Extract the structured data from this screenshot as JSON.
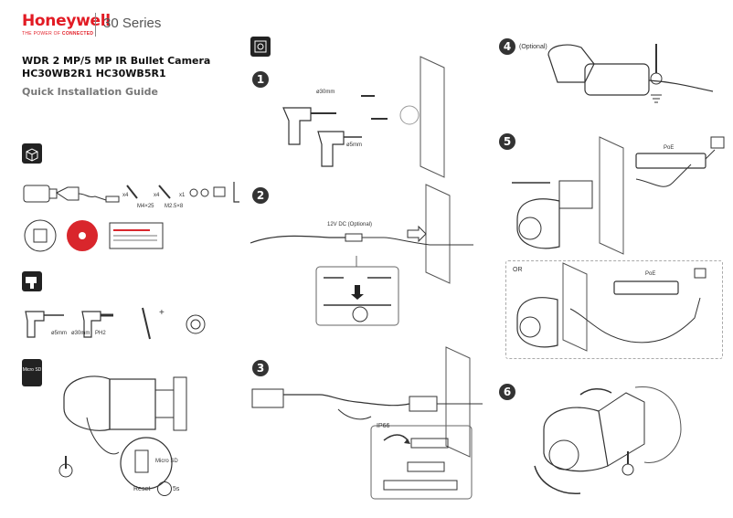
{
  "header": {
    "brand": "Honeywell",
    "tagline_prefix": "THE POWER OF ",
    "tagline_bold": "CONNECTED",
    "series": "30 Series"
  },
  "title": {
    "line1": "WDR 2 MP/5 MP IR Bullet Camera",
    "line2": "HC30WB2R1 HC30WB5R1",
    "subtitle": "Quick Installation Guide"
  },
  "left": {
    "box_contents": {
      "x4_a": "x4",
      "x4_b": "x4",
      "x1": "x1",
      "screw_spec": "M4×25",
      "anchor_spec": "M2.5×8"
    },
    "tools": {
      "drill1": "ø5mm",
      "drill2": "ø30mm",
      "screwdriver": "PH2"
    },
    "microsd_icon": "Micro SD",
    "microsd_label": "Micro SD",
    "reset_label": "Reset",
    "reset_time": "5s"
  },
  "steps": {
    "s1": "1",
    "s2": "2",
    "s3": "3",
    "s4": "4",
    "s5": "5",
    "s6": "6"
  },
  "step1": {
    "d30": "ø30mm",
    "d5": "ø5mm"
  },
  "step2": {
    "dc": "12V DC (Optional)"
  },
  "step3": {
    "ip66": "IP66"
  },
  "step4": {
    "optional": "(Optional)"
  },
  "step5": {
    "poe_a": "PoE",
    "or": "OR",
    "poe_b": "PoE"
  }
}
